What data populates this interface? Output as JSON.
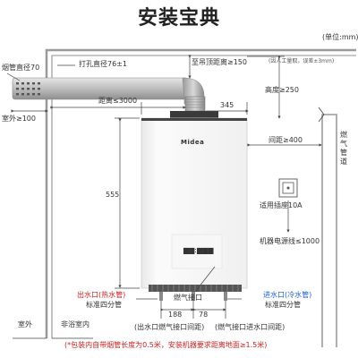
{
  "title": "安装宝典",
  "unit": "(单位:mm)",
  "note_tolerance": "(因人工量取，误差±3mm)",
  "labels": {
    "flue_diameter": "烟管直径70",
    "drill_diameter": "打孔直径76±1",
    "to_ceiling": "至吊顶距离≥150",
    "height": "高度≥250",
    "outdoor": "室外≥100",
    "distance_3000": "距离≤3000",
    "width_345": "345",
    "spacing": "间距≥400",
    "gas_pipe": "燃气管道",
    "socket": "适用插座10A",
    "power_cord": "机器电源线≤1000",
    "height_555": "555",
    "outlet_title": "出水口(热水管)",
    "outlet_spec": "标准四分管",
    "gas_port": "燃气接口",
    "inlet_title": "进水口(冷水管)",
    "inlet_spec": "标准四分管",
    "dim_188": "188",
    "dim_78": "78",
    "outlet_gas_spacing": "(出水口燃气接口间距)",
    "gas_inlet_spacing": "(燃气接口进水口间距)",
    "outside": "室外",
    "non_bathroom": "非浴室内",
    "bottom_note": "(*包装内自带烟管长度为0.5米，安装机器要求距离地面≥1.5米)",
    "brand": "Midea",
    "panel_display": "▆▆:▆▆▆"
  },
  "colors": {
    "wall": "#9a9a9a",
    "red": "#d02020",
    "blue": "#1f5fd8",
    "pipe": "#c8c8c8",
    "heater_body": "#f4f4f4",
    "heater_top": "#3a3a3a"
  },
  "icons": {
    "socket": "power-socket-icon"
  }
}
